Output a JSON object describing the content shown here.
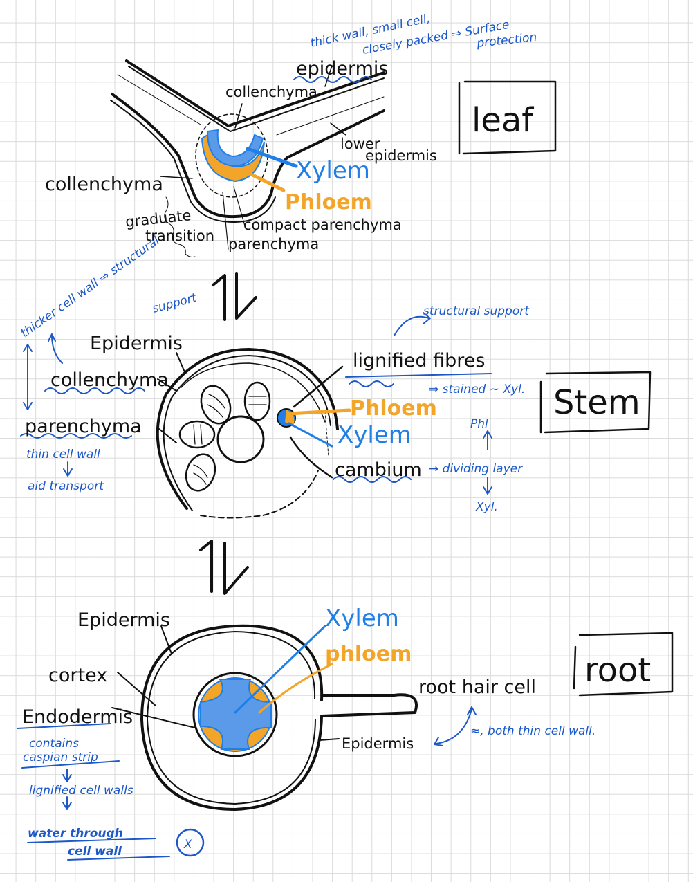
{
  "leaf": {
    "title": "leaf",
    "note_line1": "thick wall, small cell,",
    "note_line2": "closely packed ⇒ Surface",
    "note_line3": "protection",
    "epidermis": "epidermis",
    "collenchyma_top": "collenchyma",
    "collenchyma_left": "collenchyma",
    "lower_epidermis_1": "lower",
    "lower_epidermis_2": "epidermis",
    "xylem": "Xylem",
    "phloem": "Phloem",
    "compact_parenchyma": "compact parenchyma",
    "parenchyma": "parenchyma",
    "graduate_1": "graduate",
    "graduate_2": "transition"
  },
  "stem": {
    "title": "Stem",
    "note_thicker_1": "thicker cell wall ⇒ structural",
    "note_thicker_2": "support",
    "epidermis": "Epidermis",
    "collenchyma": "collenchyma",
    "parenchyma": "parenchyma",
    "note_thin": "thin cell wall",
    "note_aid": "aid transport",
    "structural_support": "structural support",
    "lignified_fibres": "lignified fibres",
    "stained": "⇒ stained ~ Xyl.",
    "phloem": "Phloem",
    "xylem": "Xylem",
    "cambium": "cambium",
    "phl": "Phl",
    "dividing_layer": "→ dividing layer",
    "xyl": "Xyl."
  },
  "root": {
    "title": "root",
    "epidermis_top": "Epidermis",
    "cortex": "cortex",
    "endodermis": "Endodermis",
    "note_contains": "contains",
    "note_caspian": "caspian strip",
    "note_lignified": "lignified cell walls",
    "note_water_1": "water through",
    "note_water_2": "cell wall",
    "note_x": "X",
    "xylem": "Xylem",
    "phloem": "phloem",
    "root_hair_cell": "root hair cell",
    "epidermis_bottom": "Epidermis",
    "note_both": "≈, both thin cell wall."
  },
  "colors": {
    "ink": "#111111",
    "note_blue": "#1c58c9",
    "xylem_blue": "#1f7fe6",
    "phloem_orange": "#f3a52a"
  }
}
